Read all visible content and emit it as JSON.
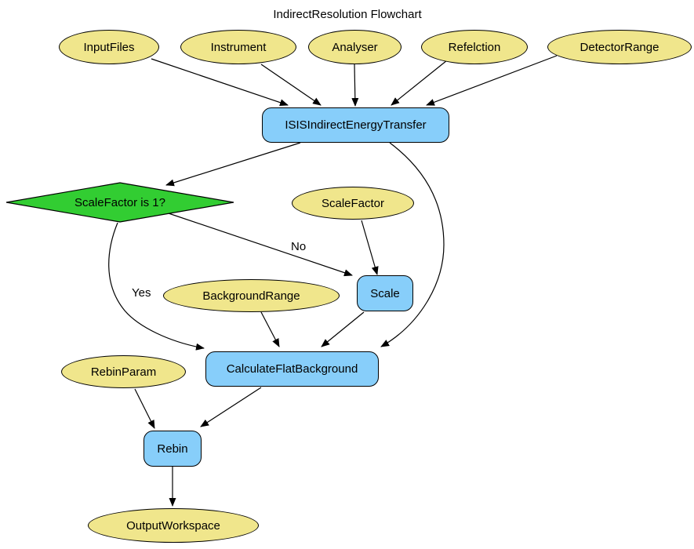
{
  "title": "IndirectResolution Flowchart",
  "edge_labels": {
    "yes": "Yes",
    "no": "No"
  },
  "colors": {
    "parameter_fill": "#F0E68C",
    "algorithm_fill": "#87CEFA",
    "decision_fill": "#32CD32",
    "edge_stroke": "#000000",
    "background": "#FFFFFF"
  },
  "nodes": {
    "input_files": {
      "label": "InputFiles",
      "type": "parameter"
    },
    "instrument": {
      "label": "Instrument",
      "type": "parameter"
    },
    "analyser": {
      "label": "Analyser",
      "type": "parameter"
    },
    "reflection": {
      "label": "Refelction",
      "type": "parameter"
    },
    "detector_range": {
      "label": "DetectorRange",
      "type": "parameter"
    },
    "isis_indirect_energy_transfer": {
      "label": "ISISIndirectEnergyTransfer",
      "type": "algorithm"
    },
    "scale_factor_decision": {
      "label": "ScaleFactor is 1?",
      "type": "decision"
    },
    "scale_factor": {
      "label": "ScaleFactor",
      "type": "parameter"
    },
    "scale": {
      "label": "Scale",
      "type": "algorithm"
    },
    "background_range": {
      "label": "BackgroundRange",
      "type": "parameter"
    },
    "calculate_flat_background": {
      "label": "CalculateFlatBackground",
      "type": "algorithm"
    },
    "rebin_param": {
      "label": "RebinParam",
      "type": "parameter"
    },
    "rebin": {
      "label": "Rebin",
      "type": "algorithm"
    },
    "output_workspace": {
      "label": "OutputWorkspace",
      "type": "parameter"
    }
  }
}
